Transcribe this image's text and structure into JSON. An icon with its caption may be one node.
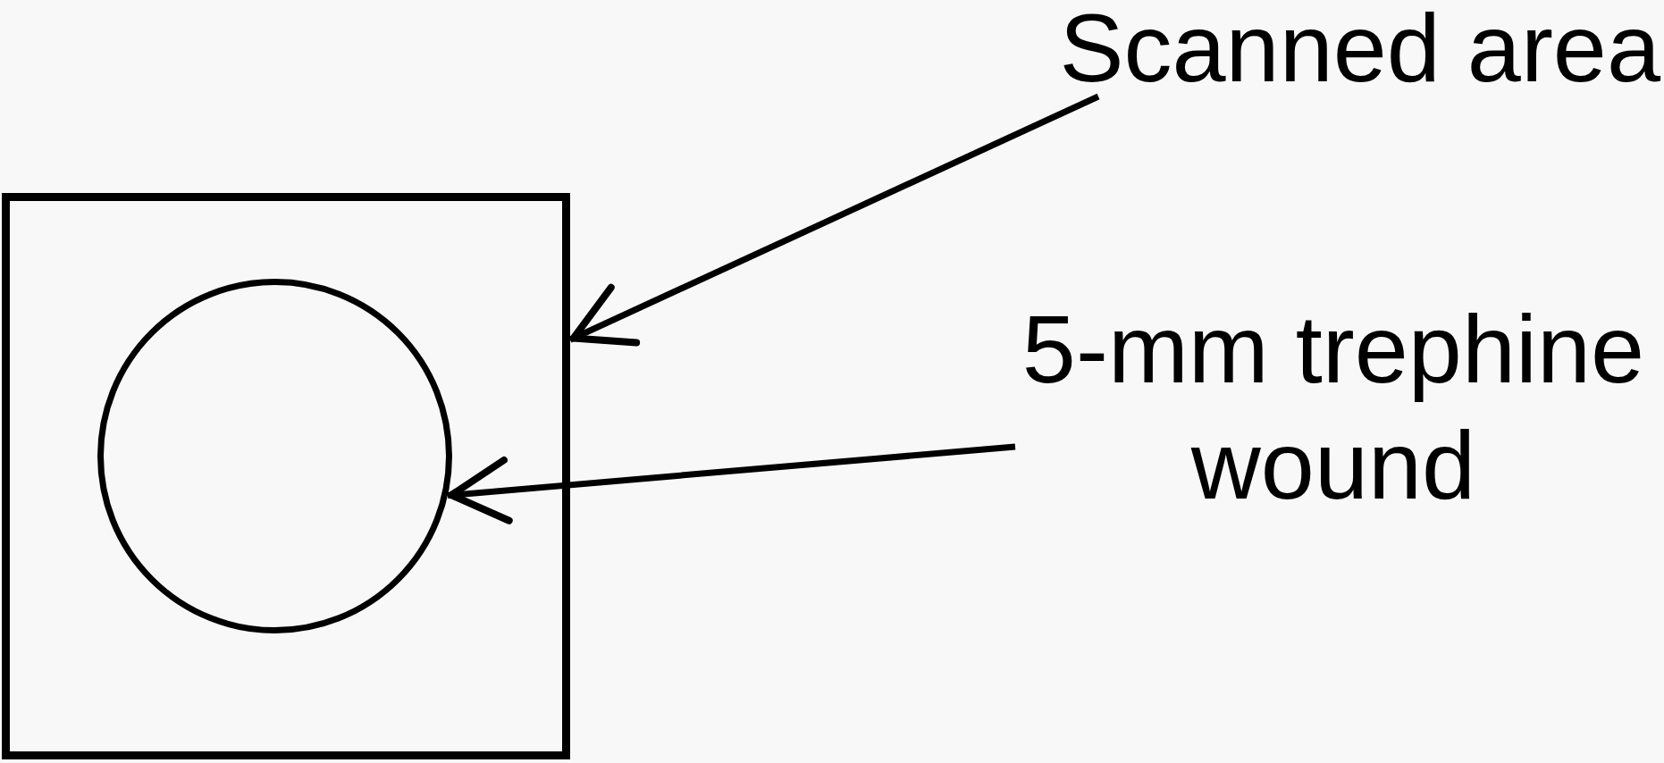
{
  "diagram": {
    "nodes": [
      {
        "text": [],
        "shape": "box"
      },
      {
        "text": [],
        "shape": "circle",
        "in": 0
      },
      {
        "text": [
          "Scanned area"
        ]
      },
      {
        "text": [
          "5-mm trephine wound"
        ]
      }
    ],
    "edges": [
      {
        "from": 2,
        "to": 0,
        "arrow": "to"
      },
      {
        "from": 3,
        "to": 1,
        "arrow": "to"
      }
    ]
  }
}
